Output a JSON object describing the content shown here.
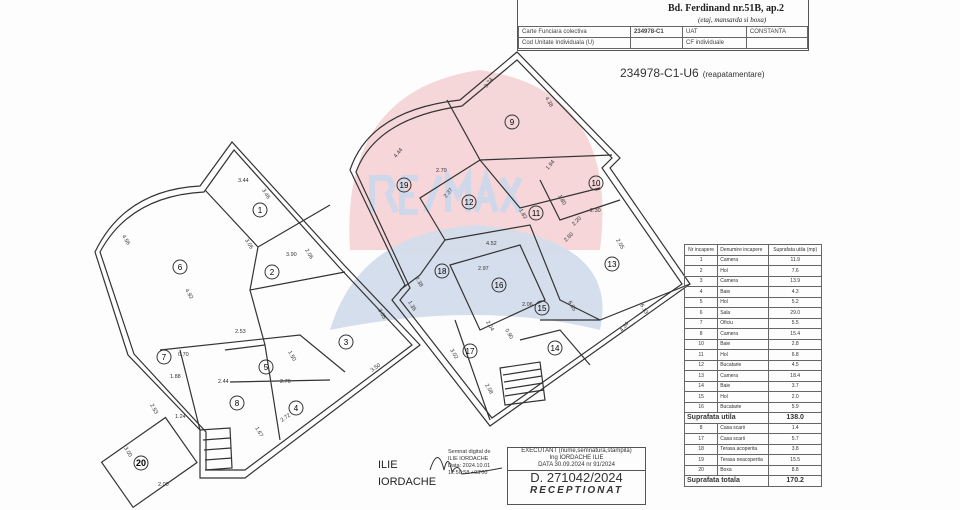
{
  "header": {
    "address": "Bd. Ferdinand nr.51B, ap.2",
    "address_note": "(etaj, mansarda si boxa)",
    "rows": [
      [
        "Carte Funciara colectiva",
        "234978-C1",
        "UAT",
        "CONSTANTA"
      ],
      [
        "Cod Unitate Individuala (U)",
        "",
        "CF individuale",
        ""
      ]
    ]
  },
  "unit_code": "234978-C1-U6",
  "unit_note": "(reapatamentare)",
  "watermark": "RE/MAX",
  "rooms": [
    "1",
    "2",
    "3",
    "4",
    "5",
    "6",
    "7",
    "8",
    "9",
    "10",
    "11",
    "12",
    "13",
    "14",
    "15",
    "16",
    "17",
    "18",
    "19",
    "20"
  ],
  "dimensions": [
    "3.44",
    "3.46",
    "3.06",
    "2.06",
    "3.90",
    "4.56",
    "4.92",
    "2.53",
    "3.05",
    "3.50",
    "1.50",
    "2.76",
    "2.72",
    "1.67",
    "0.70",
    "1.88",
    "2.53",
    "1.24",
    "2.44",
    "3.74",
    "4.38",
    "4.44",
    "2.70",
    "2.37",
    "1.94",
    "1.80",
    "1.82",
    "4.52",
    "2.20",
    "2.60",
    "2.30",
    "2.05",
    "6.13",
    "4.34",
    "2.38",
    "1.36",
    "2.97",
    "2.06",
    "3.02",
    "2.08",
    "0.90",
    "2.04",
    "6.85",
    "3.00",
    "2.00"
  ],
  "table": {
    "headers": [
      "Nr incapere",
      "Denumire incapere",
      "Suprafata utila (mp)"
    ],
    "rows": [
      [
        "1",
        "Camera",
        "11.9"
      ],
      [
        "2",
        "Hol",
        "7.6"
      ],
      [
        "3",
        "Camera",
        "13.9"
      ],
      [
        "4",
        "Baie",
        "4.3"
      ],
      [
        "5",
        "Hol",
        "5.2"
      ],
      [
        "6",
        "Sala",
        "29.0"
      ],
      [
        "7",
        "Oficiu",
        "5.5"
      ],
      [
        "8",
        "Camera",
        "15.4"
      ],
      [
        "10",
        "Baie",
        "2.8"
      ],
      [
        "11",
        "Hol",
        "6.8"
      ],
      [
        "12",
        "Bucatarie",
        "4.5"
      ],
      [
        "13",
        "Camera",
        "18.4"
      ],
      [
        "14",
        "Baie",
        "3.7"
      ],
      [
        "15",
        "Hol",
        "2.0"
      ],
      [
        "16",
        "Bucatarie",
        "5.9"
      ]
    ],
    "useful_label": "Suprafata utila",
    "useful_value": "138.0",
    "rows2": [
      [
        "8",
        "Casa scarii",
        "1.4"
      ],
      [
        "17",
        "Casa scarii",
        "5.7"
      ],
      [
        "18",
        "Terasa acoperita",
        "3.8"
      ],
      [
        "19",
        "Terasa neacoperita",
        "15.5"
      ],
      [
        "20",
        "Boxa",
        "8.8"
      ]
    ],
    "total_label": "Suprafata totala",
    "total_value": "170.2"
  },
  "signature": {
    "name1": "ILIE",
    "name2": "IORDACHE",
    "note": [
      "Semnat digital de",
      "ILIE IORDACHE",
      "Data: 2024.10.01",
      "12:50:58 +03'00'"
    ]
  },
  "stamp": {
    "line1": "EXECUTANT (nume,semnatura,stampila)",
    "line2": "Ing IORDACHE ILIE",
    "line3": "DATA  30.09.2024     nr 91/2024",
    "number": "D. 271042/2024",
    "received": "RECEPTIONAT"
  }
}
